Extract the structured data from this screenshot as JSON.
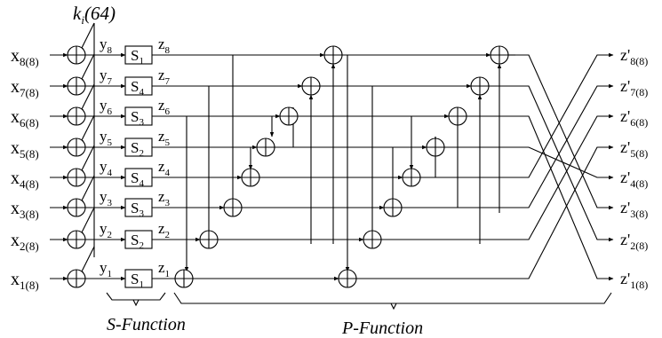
{
  "key_label": "k",
  "key_sub": "i",
  "key_suffix": "(64)",
  "inputs": [
    {
      "var": "x",
      "sub": "8(8)"
    },
    {
      "var": "x",
      "sub": "7(8)"
    },
    {
      "var": "x",
      "sub": "6(8)"
    },
    {
      "var": "x",
      "sub": "5(8)"
    },
    {
      "var": "x",
      "sub": "4(8)"
    },
    {
      "var": "x",
      "sub": "3(8)"
    },
    {
      "var": "x",
      "sub": "2(8)"
    },
    {
      "var": "x",
      "sub": "1(8)"
    }
  ],
  "y_labels": [
    {
      "var": "y",
      "sub": "8"
    },
    {
      "var": "y",
      "sub": "7"
    },
    {
      "var": "y",
      "sub": "6"
    },
    {
      "var": "y",
      "sub": "5"
    },
    {
      "var": "y",
      "sub": "4"
    },
    {
      "var": "y",
      "sub": "3"
    },
    {
      "var": "y",
      "sub": "2"
    },
    {
      "var": "y",
      "sub": "1"
    }
  ],
  "sboxes": [
    {
      "name": "S",
      "sub": "1"
    },
    {
      "name": "S",
      "sub": "4"
    },
    {
      "name": "S",
      "sub": "3"
    },
    {
      "name": "S",
      "sub": "2"
    },
    {
      "name": "S",
      "sub": "4"
    },
    {
      "name": "S",
      "sub": "3"
    },
    {
      "name": "S",
      "sub": "2"
    },
    {
      "name": "S",
      "sub": "1"
    }
  ],
  "z_labels": [
    {
      "var": "z",
      "sub": "8"
    },
    {
      "var": "z",
      "sub": "7"
    },
    {
      "var": "z",
      "sub": "6"
    },
    {
      "var": "z",
      "sub": "5"
    },
    {
      "var": "z",
      "sub": "4"
    },
    {
      "var": "z",
      "sub": "3"
    },
    {
      "var": "z",
      "sub": "2"
    },
    {
      "var": "z",
      "sub": "1"
    }
  ],
  "outputs": [
    {
      "var": "z'",
      "sub": "8(8)"
    },
    {
      "var": "z'",
      "sub": "7(8)"
    },
    {
      "var": "z'",
      "sub": "6(8)"
    },
    {
      "var": "z'",
      "sub": "5(8)"
    },
    {
      "var": "z'",
      "sub": "4(8)"
    },
    {
      "var": "z'",
      "sub": "3(8)"
    },
    {
      "var": "z'",
      "sub": "2(8)"
    },
    {
      "var": "z'",
      "sub": "1(8)"
    }
  ],
  "s_function_label": "S-Function",
  "p_function_label": "P-Function"
}
